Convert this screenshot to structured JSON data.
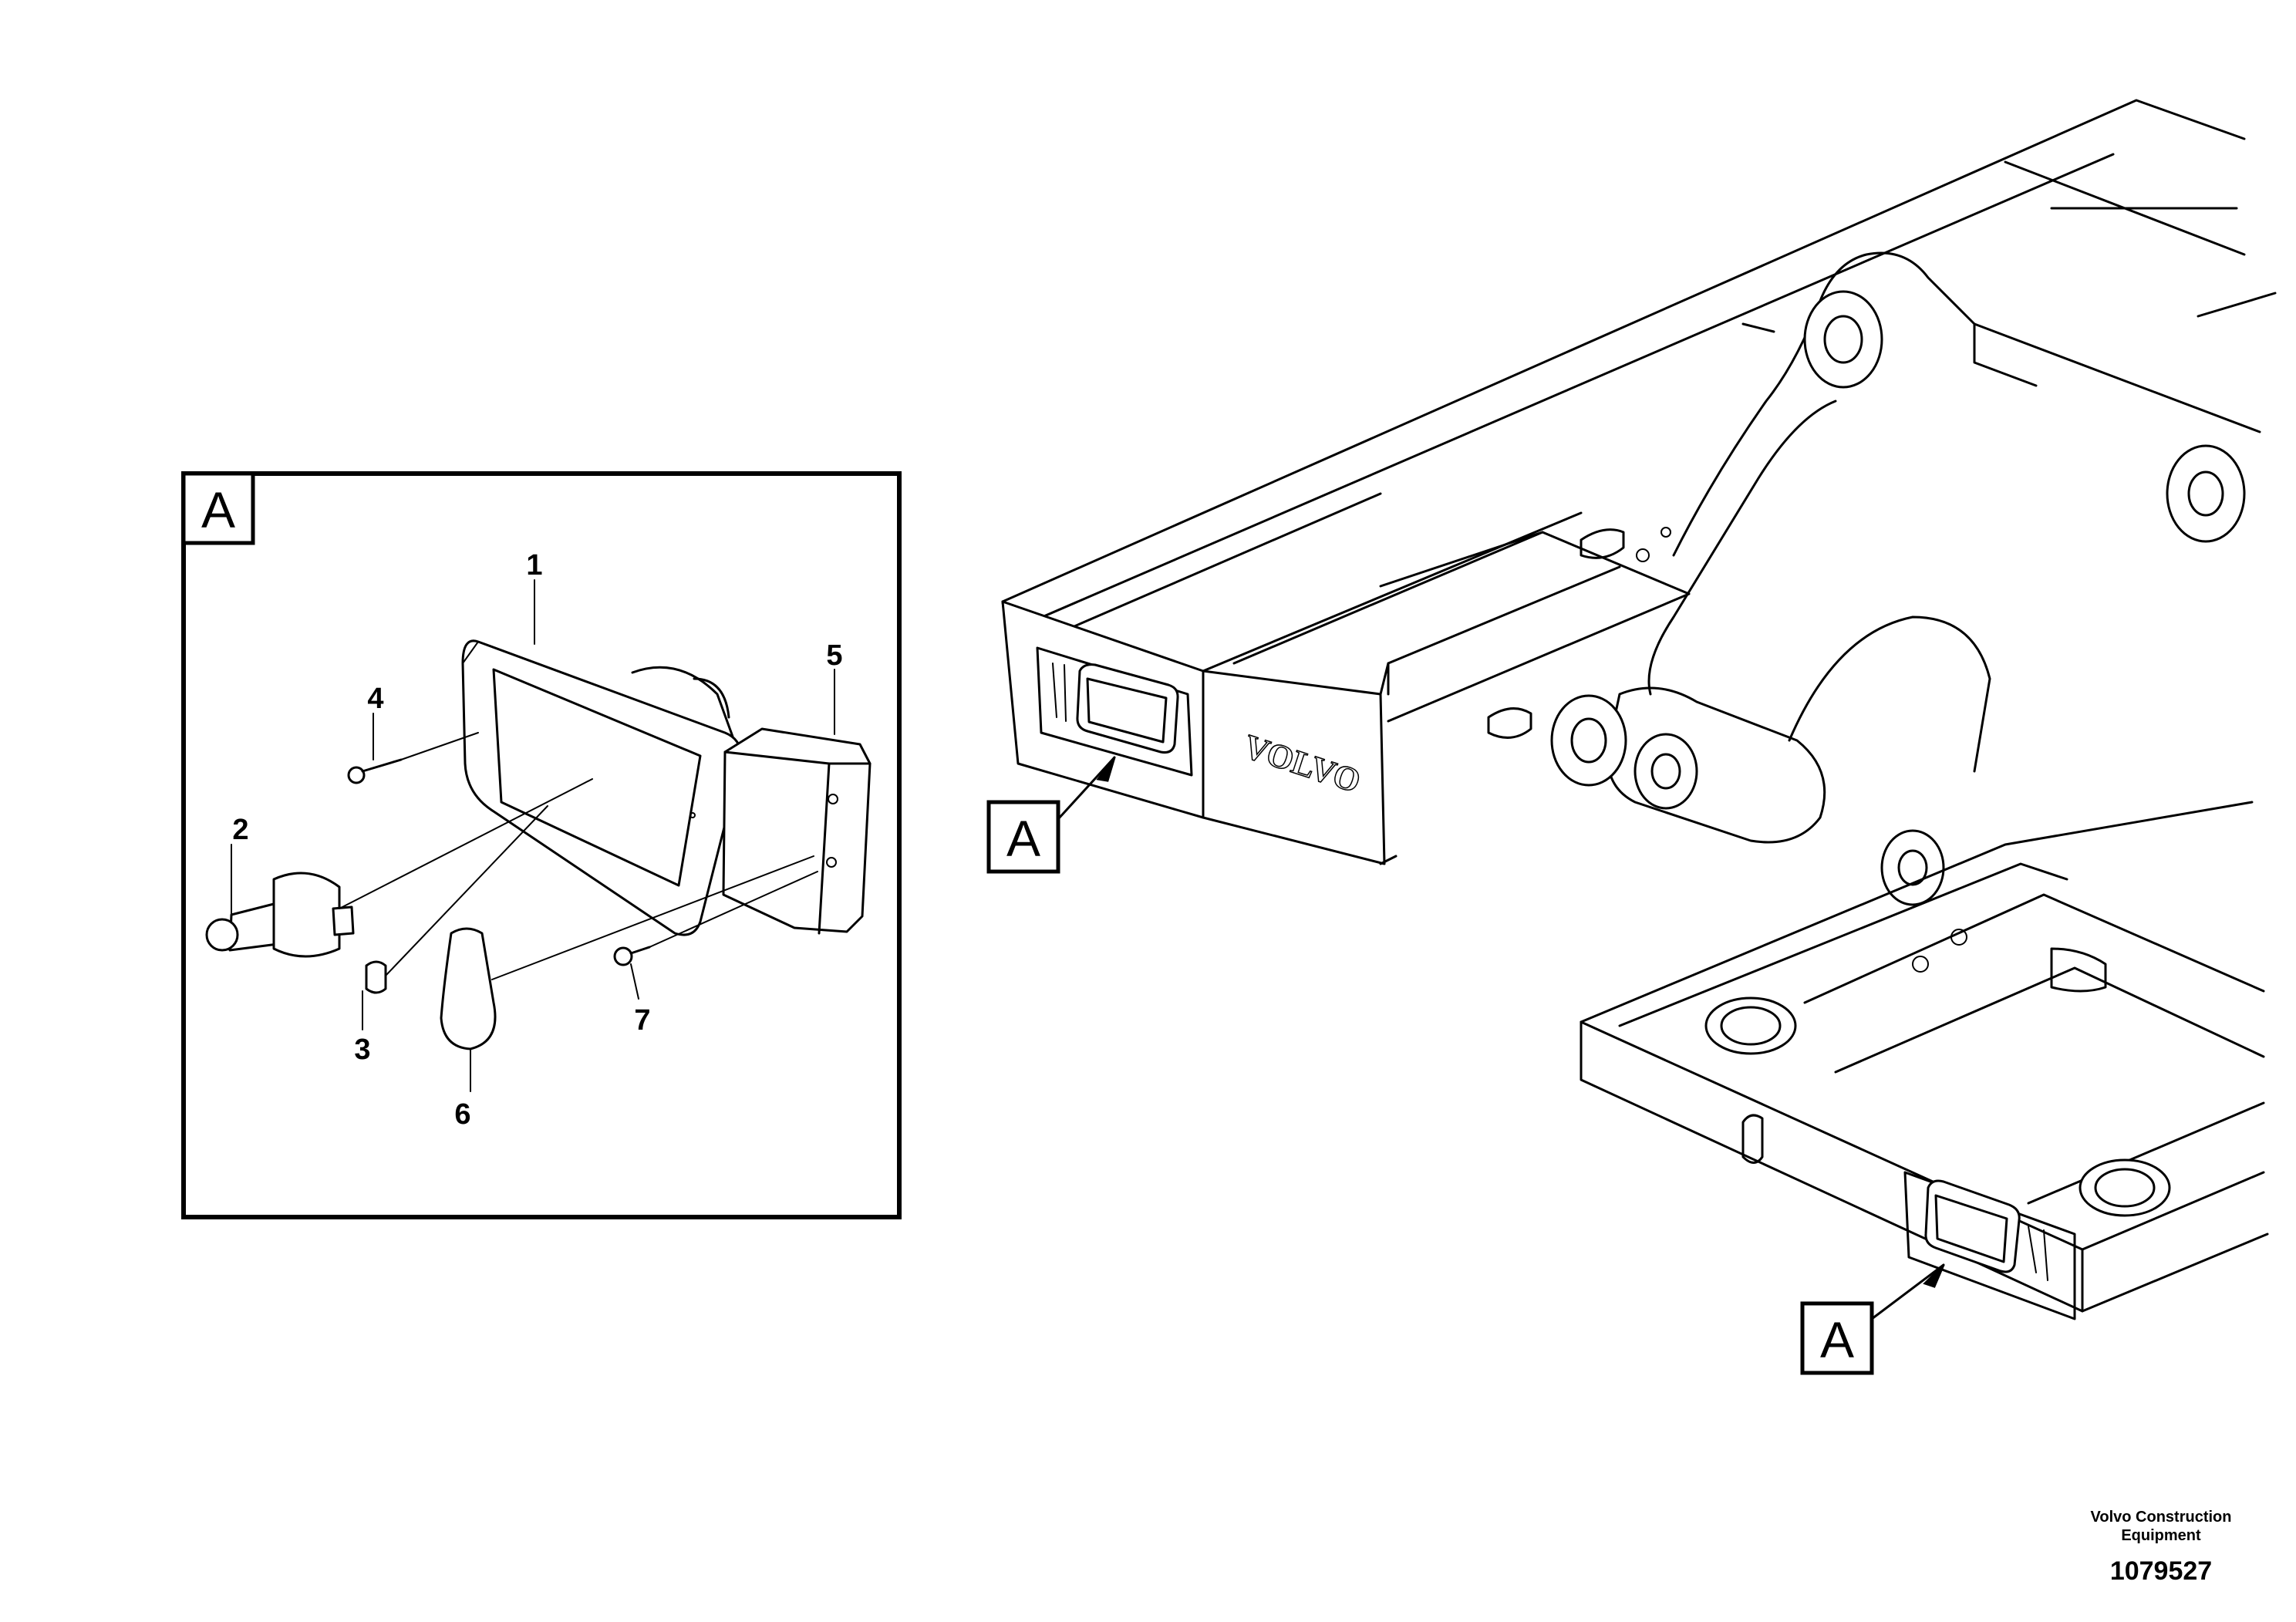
{
  "detail": {
    "frame_label": "A",
    "callouts": [
      "1",
      "2",
      "3",
      "4",
      "5",
      "6",
      "7"
    ]
  },
  "overview": {
    "brand_marking": "VOLVO",
    "location_labels": [
      "A",
      "A"
    ]
  },
  "footer": {
    "company_line1": "Volvo Construction",
    "company_line2": "Equipment",
    "drawing_number": "1079527"
  }
}
